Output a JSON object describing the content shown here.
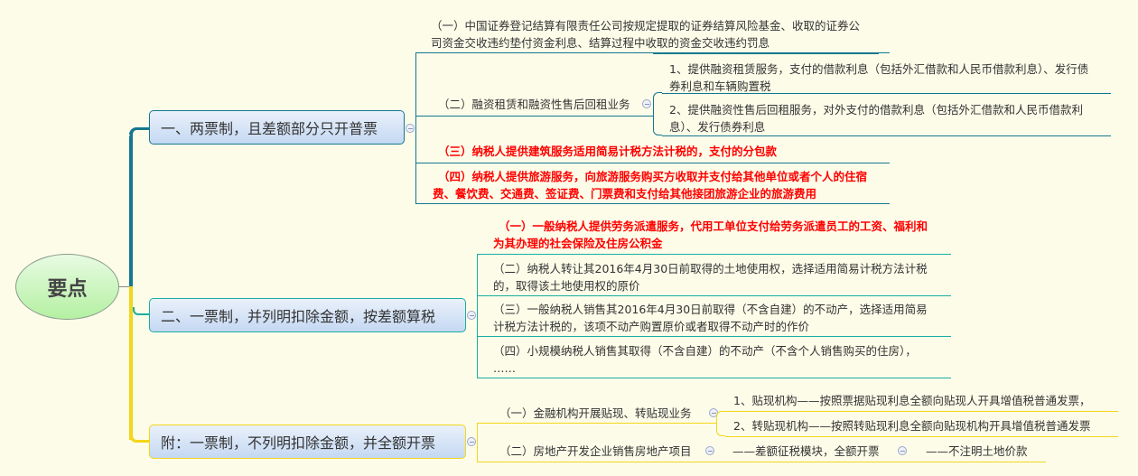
{
  "root": {
    "label": "要点"
  },
  "colors": {
    "background": "#fdfce9",
    "branch1": "#15778f",
    "branch2": "#1aaea0",
    "branch3": "#f3d718",
    "highlight_text": "#ff0000"
  },
  "branches": [
    {
      "label": "一、两票制，且差额部分只开普票",
      "children": [
        {
          "label": "（一）中国证券登记结算有限责任公司按规定提取的证券结算风险基金、收取的证券公司资金交收违约垫付资金利息、结算过程中收取的资金交收违约罚息",
          "line1": "（一）中国证券登记结算有限责任公司按规定提取的证券结算风险基金、收取的证券公",
          "line2": "司资金交收违约垫付资金利息、结算过程中收取的资金交收违约罚息",
          "highlight": false
        },
        {
          "label": "（二）融资租赁和融资性售后回租业务",
          "highlight": false,
          "children": [
            {
              "label": "1、提供融资租赁服务，支付的借款利息（包括外汇借款和人民币借款利息）、发行债券利息和车辆购置税",
              "line1": "1、提供融资租赁服务，支付的借款利息（包括外汇借款和人民币借款利息）、发行债",
              "line2": "券利息和车辆购置税"
            },
            {
              "label": "2、提供融资性售后回租服务，对外支付的借款利息（包括外汇借款和人民币借款利息）、发行债券利息",
              "line1": "2、提供融资性售后回租服务，对外支付的借款利息（包括外汇借款和人民币借款利",
              "line2": "息）、发行债券利息"
            }
          ]
        },
        {
          "label": "（三）纳税人提供建筑服务适用简易计税方法计税的，支付的分包款",
          "highlight": true
        },
        {
          "label": "（四）纳税人提供旅游服务，向旅游服务购买方收取并支付给其他单位或者个人的住宿费、餐饮费、交通费、签证费、门票费和支付给其他接团旅游企业的旅游费用",
          "line1": "（四）纳税人提供旅游服务，向旅游服务购买方收取并支付给其他单位或者个人的住宿",
          "line2": "费、餐饮费、交通费、签证费、门票费和支付给其他接团旅游企业的旅游费用",
          "highlight": true
        }
      ]
    },
    {
      "label": "二、一票制，并列明扣除金额，按差额算税",
      "children": [
        {
          "label": "（一）一般纳税人提供劳务派遣服务，代用工单位支付给劳务派遣员工的工资、福利和为其办理的社会保险及住房公积金",
          "line1": "（一）一般纳税人提供劳务派遣服务，代用工单位支付给劳务派遣员工的工资、福利和",
          "line2": "为其办理的社会保险及住房公积金",
          "highlight": true
        },
        {
          "label": "（二）纳税人转让其2016年4月30日前取得的土地使用权，选择适用简易计税方法计税的，取得该土地使用权的原价",
          "line1": "（二）纳税人转让其2016年4月30日前取得的土地使用权，选择适用简易计税方法计税",
          "line2": "的，取得该土地使用权的原价",
          "highlight": false
        },
        {
          "label": "（三）一般纳税人销售其2016年4月30日前取得（不含自建）的不动产，选择适用简易计税方法计税的，该项不动产购置原价或者取得不动产时的作价",
          "line1": "（三）一般纳税人销售其2016年4月30日前取得（不含自建）的不动产，选择适用简易",
          "line2": "计税方法计税的，该项不动产购置原价或者取得不动产时的作价",
          "highlight": false
        },
        {
          "label": "（四）小规模纳税人销售其取得（不含自建）的不动产（不含个人销售购买的住房），……",
          "line1": "（四）小规模纳税人销售其取得（不含自建）的不动产（不含个人销售购买的住房），",
          "line2": "……",
          "highlight": false
        }
      ]
    },
    {
      "label": "附：一票制，不列明扣除金额，并全额开票",
      "children": [
        {
          "label": "（一）金融机构开展贴现、转贴现业务",
          "children": [
            {
              "label": "1、贴现机构——按照票据贴现利息全额向贴现人开具增值税普通发票，"
            },
            {
              "label": "2、转贴现机构——按照转贴现利息全额向贴现机构开具增值税普通发票"
            }
          ]
        },
        {
          "label": "（二）房地产开发企业销售房地产项目",
          "children": [
            {
              "label": "——差额征税模块，全额开票",
              "children": [
                {
                  "label": "——不注明土地价款"
                }
              ]
            }
          ]
        }
      ]
    }
  ]
}
